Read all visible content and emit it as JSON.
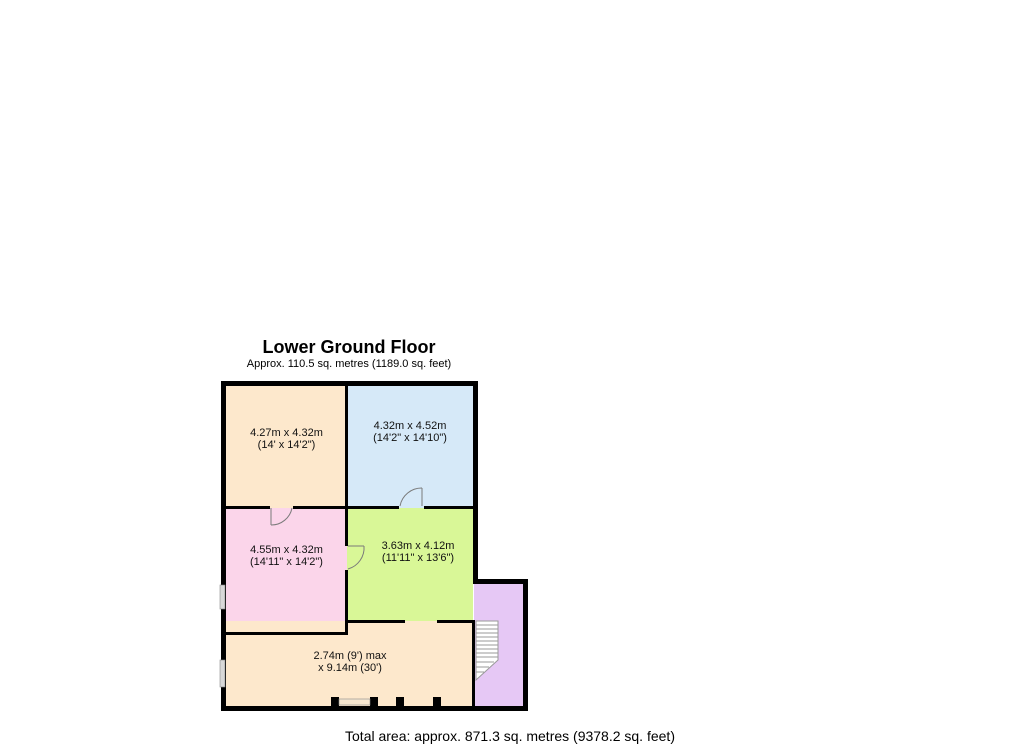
{
  "floor": {
    "title": "Lower Ground Floor",
    "area": "Approx. 110.5 sq. metres (1189.0 sq. feet)"
  },
  "rooms": [
    {
      "id": "room-top-left",
      "line1": "4.27m x 4.32m",
      "line2": "(14' x 14'2\")",
      "color": "#fde8cc"
    },
    {
      "id": "room-top-right",
      "line1": "4.32m x 4.52m",
      "line2": "(14'2\" x 14'10\")",
      "color": "#d6e9f8"
    },
    {
      "id": "room-middle-left",
      "line1": "4.55m x 4.32m",
      "line2": "(14'11\" x 14'2\")",
      "color": "#fbd5ea"
    },
    {
      "id": "room-middle-right",
      "line1": "3.63m x 4.12m",
      "line2": "(11'11\" x 13'6\")",
      "color": "#d9f797"
    },
    {
      "id": "room-bottom",
      "line1": "2.74m (9') max",
      "line2": "x 9.14m (30')",
      "color": "#fde8cc"
    },
    {
      "id": "stair-annex",
      "line1": "",
      "line2": "",
      "color": "#e6c8f5"
    }
  ],
  "footer": {
    "total_area": "Total area: approx. 871.3 sq. metres (9378.2 sq. feet)"
  },
  "colors": {
    "wall": "#000000",
    "window": "#d8d8d8",
    "door_arc": "#777777"
  }
}
